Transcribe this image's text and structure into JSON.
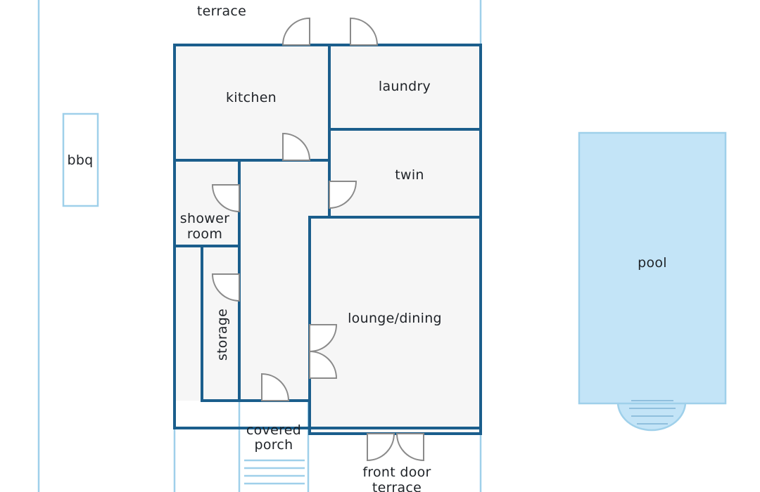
{
  "colors": {
    "wall": "#1b5e8c",
    "outline": "#9fd0ea",
    "room_fill": "#f6f6f6",
    "pool_fill": "#c3e4f7",
    "door": "#8a8a8a"
  },
  "labels": {
    "terrace": "terrace",
    "kitchen": "kitchen",
    "laundry": "laundry",
    "bbq": "bbq",
    "twin": "twin",
    "shower_room_1": "shower",
    "shower_room_2": "room",
    "storage": "storage",
    "lounge_dining": "lounge/dining",
    "covered_porch_1": "covered",
    "covered_porch_2": "porch",
    "front_door_terrace_1": "front door",
    "front_door_terrace_2": "terrace",
    "pool": "pool"
  }
}
